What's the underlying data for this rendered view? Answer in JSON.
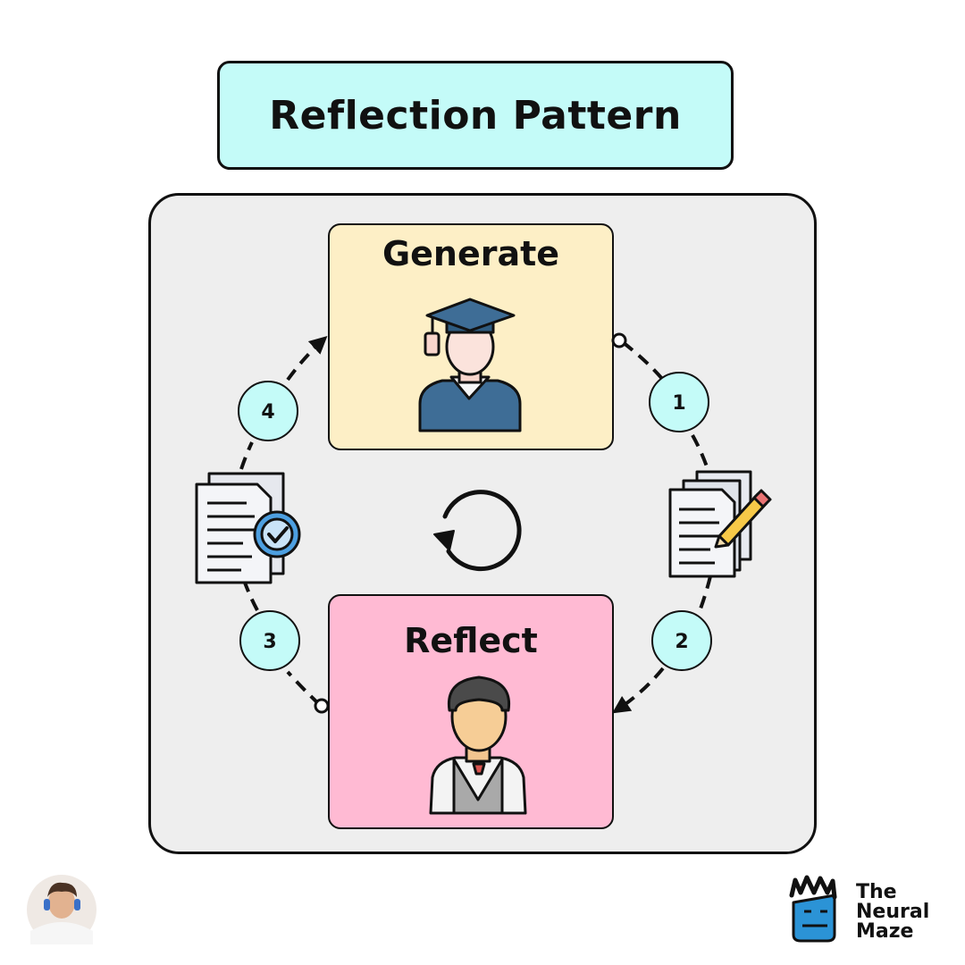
{
  "title": "Reflection Pattern",
  "stages": {
    "generate": {
      "label": "Generate",
      "icon": "graduate-student-icon"
    },
    "reflect": {
      "label": "Reflect",
      "icon": "student-icon"
    }
  },
  "steps": [
    "1",
    "2",
    "3",
    "4"
  ],
  "icons": {
    "step1": "document-edit-icon",
    "step3": "document-approved-icon",
    "center": "refresh-cycle-icon"
  },
  "brand": {
    "line1": "The",
    "line2": "Neural",
    "line3": "Maze"
  },
  "colors": {
    "title_bg": "#c4fbf8",
    "panel_bg": "#eeeeee",
    "generate_bg": "#fdefc6",
    "reflect_bg": "#ffbad3",
    "step_circle": "#c4fbf8"
  }
}
